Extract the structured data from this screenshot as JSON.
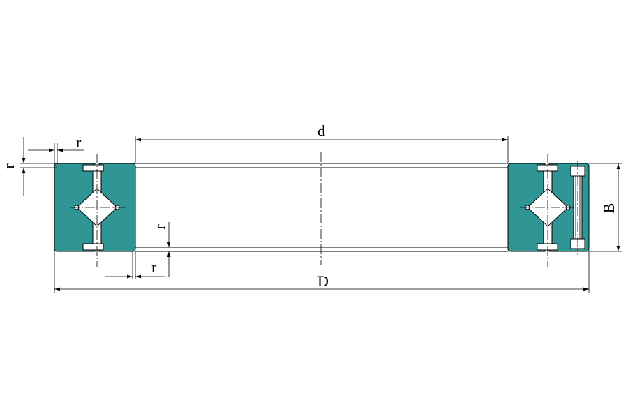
{
  "colors": {
    "ring_fill": "#2f9595",
    "line": "#000000",
    "background": "#ffffff"
  },
  "labels": {
    "inner_diameter": "d",
    "outer_diameter": "D",
    "width": "B",
    "radius_top_left_vertical": "r",
    "radius_top_left_horizontal": "r",
    "radius_bottom_vertical": "r",
    "radius_bottom_horizontal": "r"
  }
}
